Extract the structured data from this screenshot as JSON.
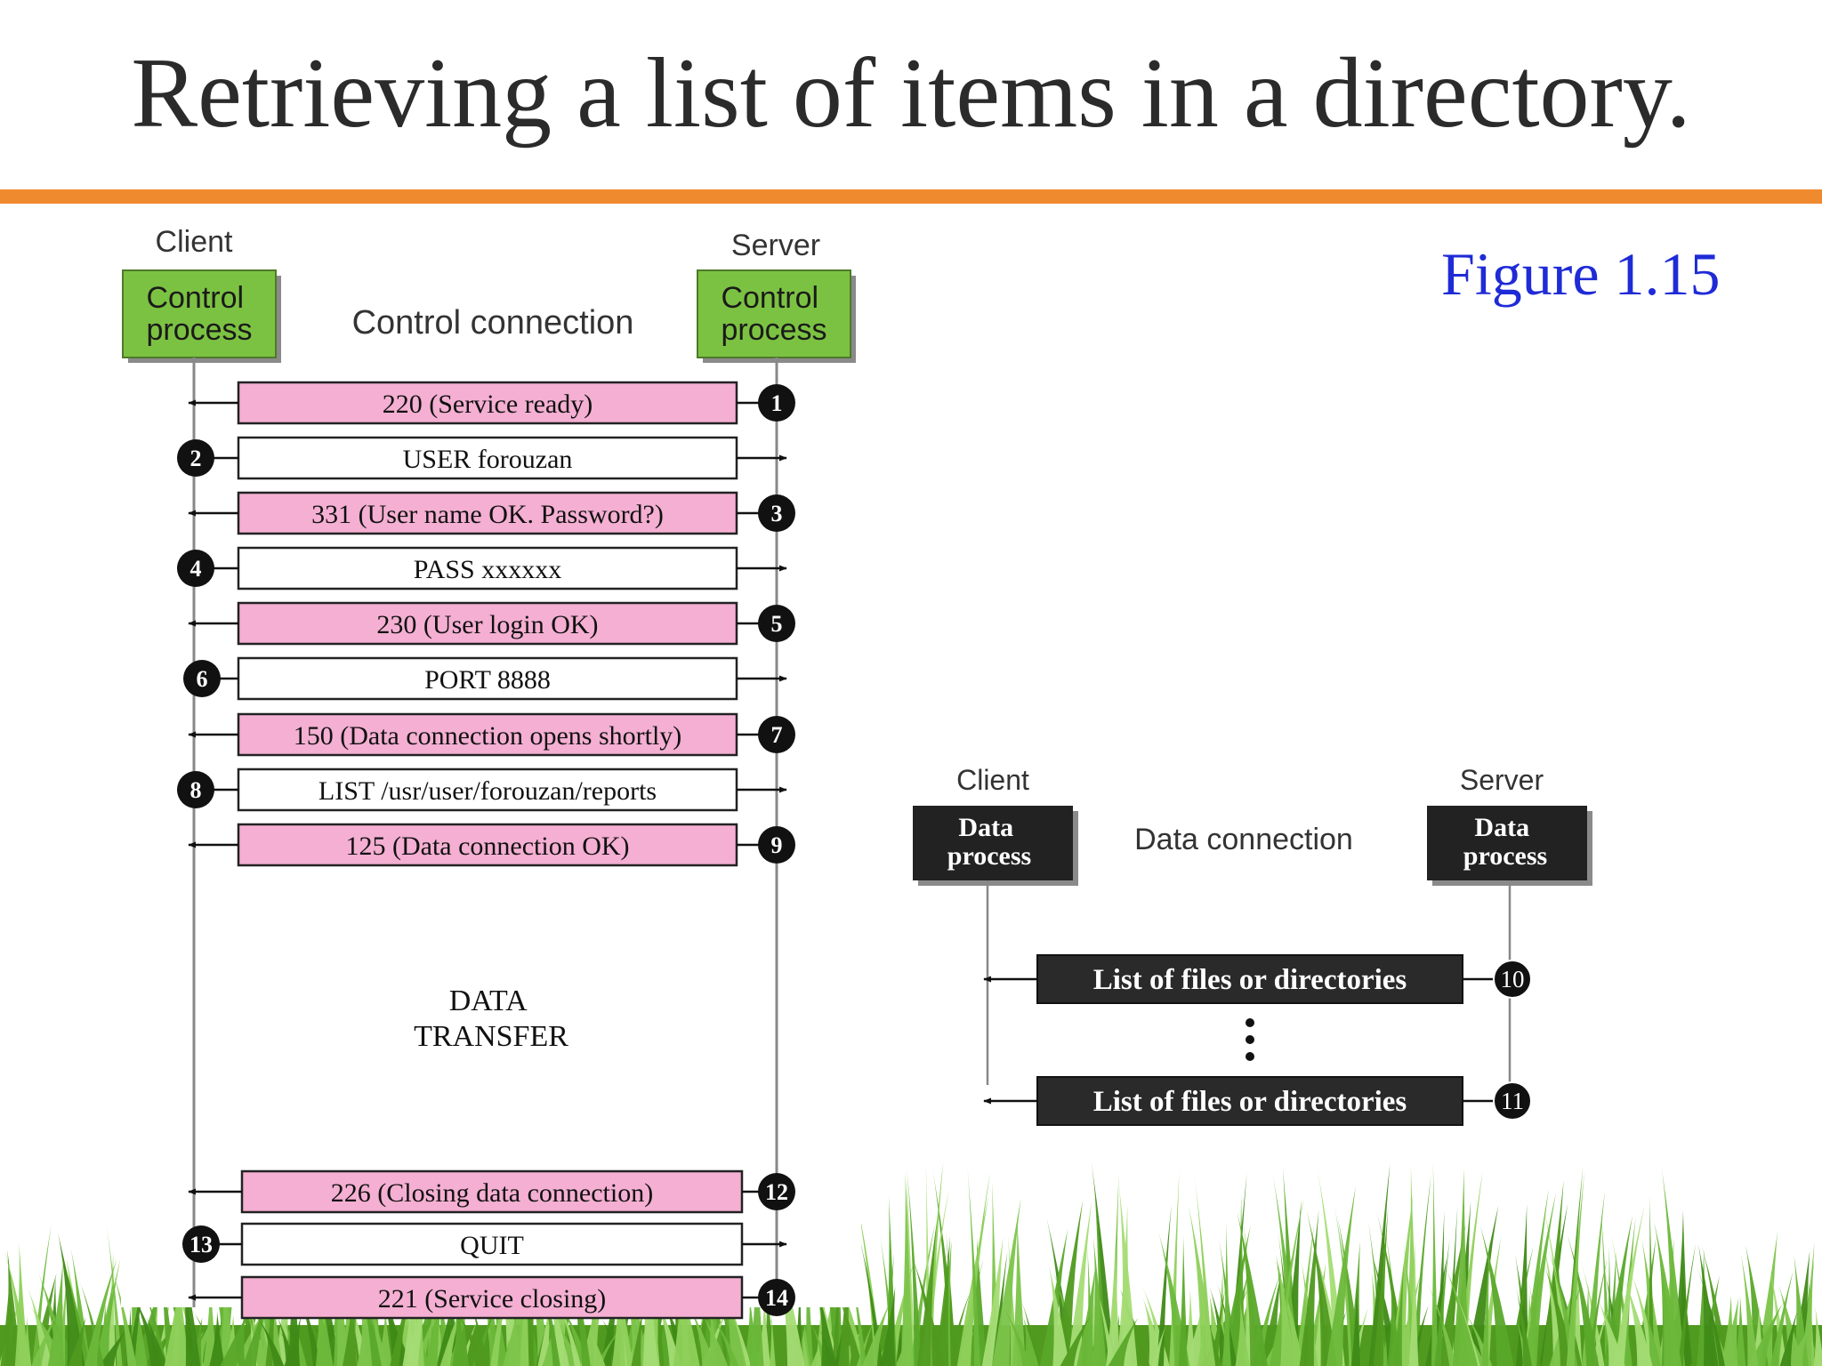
{
  "slide": {
    "title": "Retrieving a list of items in a directory.",
    "figure_label": "Figure 1.15",
    "colors": {
      "accent_bar": "#f08a2e",
      "figure_label": "#1f2bd6",
      "control_box": "#7cc242",
      "reply_box": "#f4afd2",
      "data_box": "#222222",
      "grass": "#4f9a1f"
    }
  },
  "control_diagram": {
    "client_label": "Client",
    "server_label": "Server",
    "client_box": "Control process",
    "server_box": "Control process",
    "connection_label": "Control connection",
    "messages": [
      {
        "step": "1",
        "text": "220 (Service ready)",
        "direction": "server-to-client"
      },
      {
        "step": "2",
        "text": "USER forouzan",
        "direction": "client-to-server"
      },
      {
        "step": "3",
        "text": "331 (User name OK. Password?)",
        "direction": "server-to-client"
      },
      {
        "step": "4",
        "text": "PASS xxxxxx",
        "direction": "client-to-server"
      },
      {
        "step": "5",
        "text": "230 (User login OK)",
        "direction": "server-to-client"
      },
      {
        "step": "6",
        "text": "PORT 8888",
        "direction": "client-to-server"
      },
      {
        "step": "7",
        "text": "150 (Data connection opens shortly)",
        "direction": "server-to-client"
      },
      {
        "step": "8",
        "text": "LIST /usr/user/forouzan/reports",
        "direction": "client-to-server"
      },
      {
        "step": "9",
        "text": "125 (Data connection OK)",
        "direction": "server-to-client"
      },
      {
        "step": "12",
        "text": "226 (Closing data connection)",
        "direction": "server-to-client"
      },
      {
        "step": "13",
        "text": "QUIT",
        "direction": "client-to-server"
      },
      {
        "step": "14",
        "text": "221 (Service closing)",
        "direction": "server-to-client"
      }
    ],
    "data_transfer_label": [
      "DATA",
      "TRANSFER"
    ]
  },
  "data_diagram": {
    "client_label": "Client",
    "server_label": "Server",
    "client_box": "Data process",
    "server_box": "Data process",
    "connection_label": "Data connection",
    "messages": [
      {
        "step": "10",
        "text": "List of files or directories",
        "direction": "server-to-client"
      },
      {
        "step": "11",
        "text": "List of files or directories",
        "direction": "server-to-client"
      }
    ]
  }
}
